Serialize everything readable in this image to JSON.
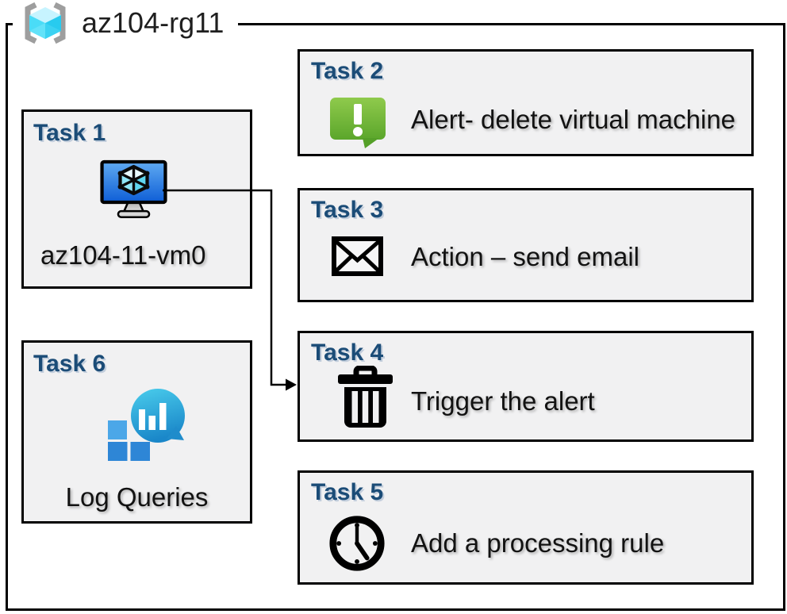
{
  "header": {
    "title": "az104-rg11",
    "icon": "resource-group-icon"
  },
  "tasks": [
    {
      "title": "Task 1",
      "label": "az104-11-vm0",
      "icon": "virtual-machine-icon"
    },
    {
      "title": "Task 2",
      "label": "Alert- delete virtual machine",
      "icon": "alert-message-icon"
    },
    {
      "title": "Task 3",
      "label": "Action – send email",
      "icon": "email-envelope-icon"
    },
    {
      "title": "Task 4",
      "label": "Trigger the alert",
      "icon": "trash-icon"
    },
    {
      "title": "Task 5",
      "label": "Add a processing rule",
      "icon": "clock-icon"
    },
    {
      "title": "Task 6",
      "label": "Log Queries",
      "icon": "log-analytics-icon"
    }
  ],
  "connector": {
    "from": "Task 1",
    "to": "Task 4"
  },
  "colors": {
    "title_blue": "#1b4c77",
    "box_fill": "#f1f1f2",
    "alert_green_top": "#8fca4c",
    "alert_green_bottom": "#5ba62b",
    "vm_screen_top": "#5faaf2",
    "vm_screen_bottom": "#0e5ed6",
    "log_bubble_top": "#4acdec",
    "log_bubble_bottom": "#1a87c9",
    "log_square_light": "#4ba7e8",
    "log_square_dark": "#2e86d6",
    "rg_cube_top": "#c7f4ff",
    "rg_cube_left": "#4adcf7",
    "rg_cube_right": "#28cbef",
    "rg_bracket_gray": "#9e9e9e"
  }
}
